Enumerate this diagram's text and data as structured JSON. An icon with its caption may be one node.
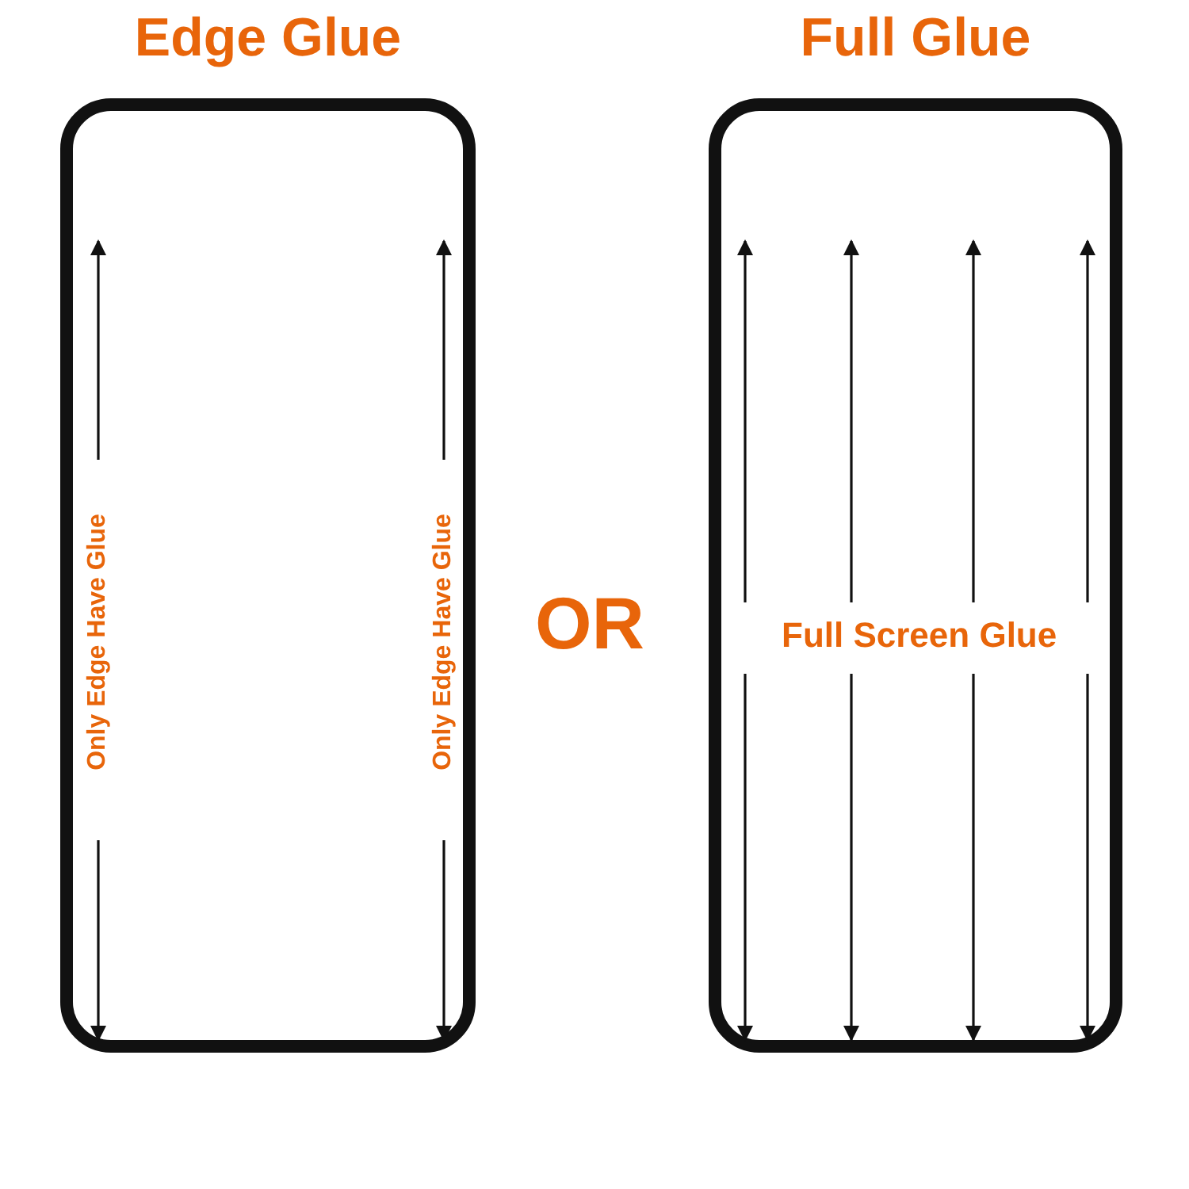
{
  "diagram": {
    "nodes": [
      {
        "text": [
          "Edge Glue",
          "Only Edge Have Glue",
          "Only Edge Have Glue"
        ]
      },
      {
        "text": [
          "Full Glue",
          "Full Screen Glue"
        ]
      }
    ],
    "labels": [
      "OR"
    ]
  }
}
